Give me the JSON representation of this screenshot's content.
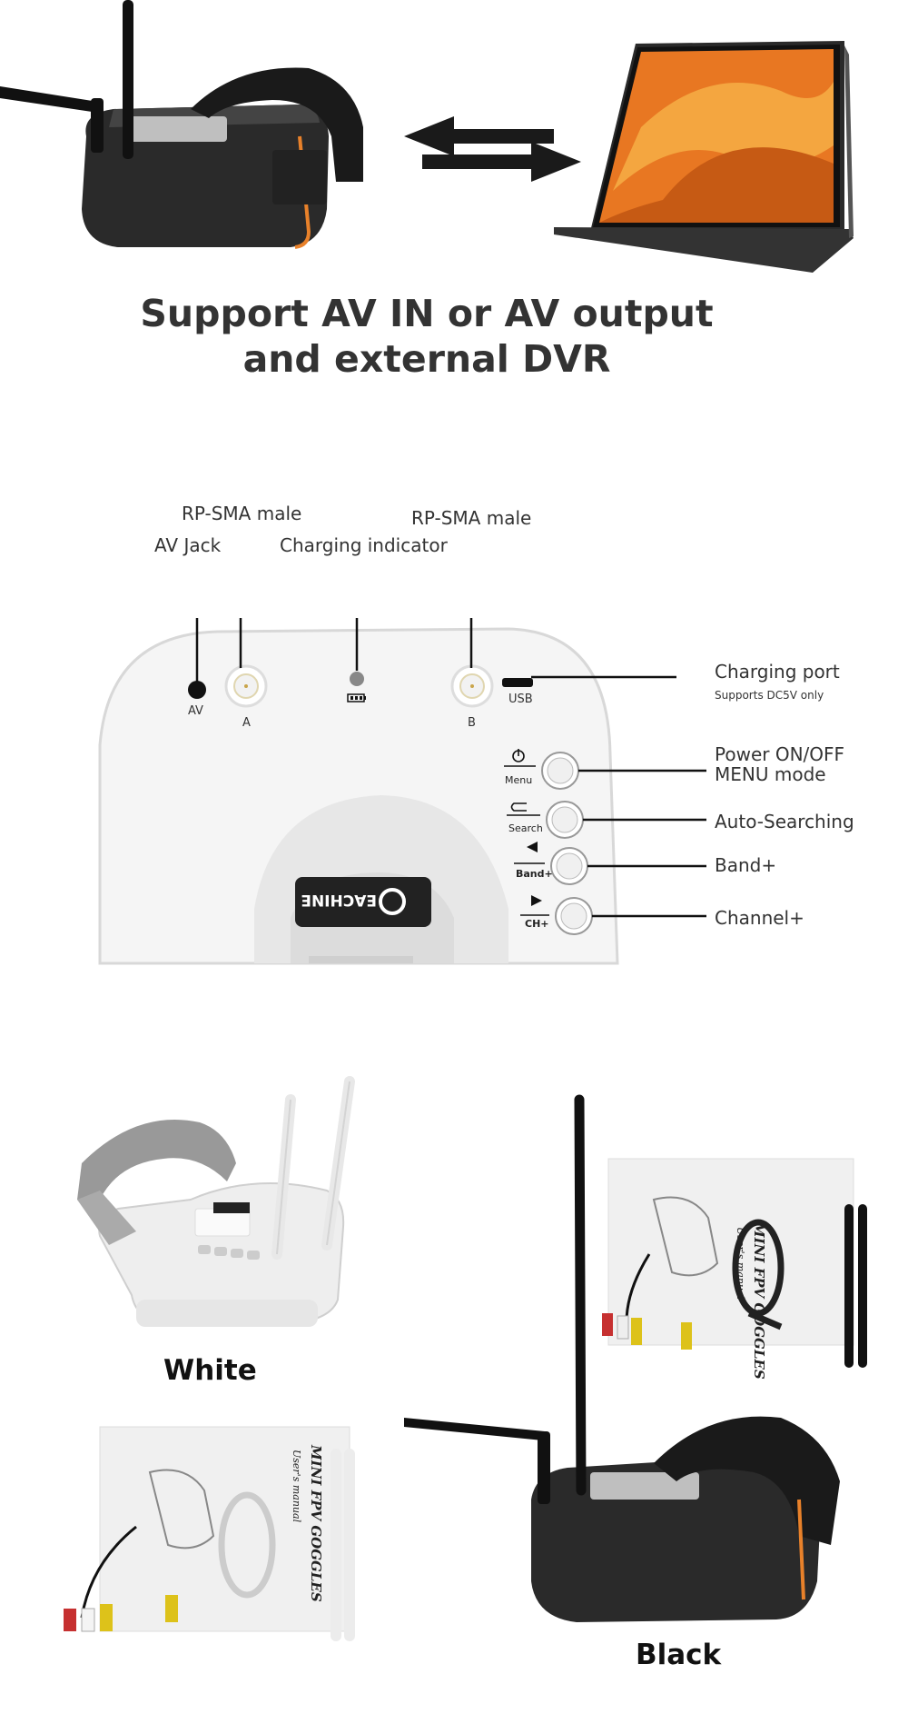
{
  "hero": {
    "headline_line1": "Support AV IN or AV output",
    "headline_line2": "and external DVR"
  },
  "diagram": {
    "labels": {
      "rp_sma_a": "RP-SMA male",
      "rp_sma_b": "RP-SMA male",
      "av_jack": "AV Jack",
      "charging_indicator": "Charging indicator",
      "charging_port": "Charging port",
      "charging_port_note": "Supports DC5V only",
      "power": "Power ON/OFF",
      "menu_mode": "MENU mode",
      "auto_search": "Auto-Searching",
      "band": "Band+",
      "channel": "Channel+"
    },
    "panel_text": {
      "av": "AV",
      "a": "A",
      "b": "B",
      "usb": "USB",
      "menu": "Menu",
      "search": "Search",
      "band": "Band+",
      "ch": "CH+",
      "logo": "EACHINE"
    }
  },
  "variants": {
    "white": "White",
    "black": "Black",
    "manual_title": "MINI FPV GOGGLES",
    "manual_subtitle": "User's manual"
  },
  "colors": {
    "goggle_black": "#2a2a2a",
    "goggle_white": "#eeeeee",
    "accent_orange": "#e8812a"
  }
}
